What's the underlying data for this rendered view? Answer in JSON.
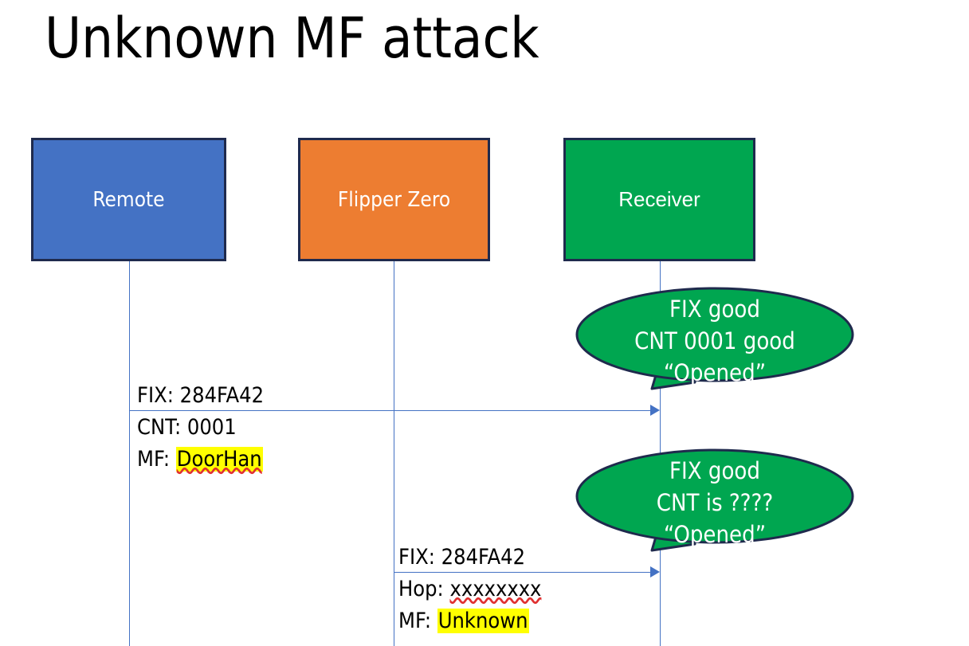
{
  "slide": {
    "title": "Unknown MF attack",
    "background": "#FFFFFF"
  },
  "colors": {
    "remote_fill": "#4472C4",
    "flipper_fill": "#ED7D31",
    "receiver_fill": "#00A650",
    "box_border": "#1F2A4D",
    "line": "#4472C4",
    "highlight": "#FFFF00",
    "spellcheck_underline": "#E03030",
    "label_text": "#FFFFFF",
    "body_text": "#000000"
  },
  "actors": [
    {
      "id": "remote",
      "label": "Remote"
    },
    {
      "id": "flipper",
      "label": "Flipper Zero"
    },
    {
      "id": "receiver",
      "label": "Receiver"
    }
  ],
  "messages": [
    {
      "id": "msg-remote-to-receiver",
      "from": "remote",
      "to": "receiver",
      "lines": [
        {
          "label": "FIX: ",
          "value": "284FA42",
          "highlight": false,
          "spellcheck_error": false
        },
        {
          "label": "CNT: ",
          "value": "0001",
          "highlight": false,
          "spellcheck_error": false
        },
        {
          "label": "MF: ",
          "value": "DoorHan",
          "highlight": true,
          "spellcheck_error": true
        }
      ]
    },
    {
      "id": "msg-flipper-to-receiver",
      "from": "flipper",
      "to": "receiver",
      "lines": [
        {
          "label": "FIX: ",
          "value": "284FA42",
          "highlight": false,
          "spellcheck_error": false
        },
        {
          "label": "Hop: ",
          "value": "xxxxxxxx",
          "highlight": false,
          "spellcheck_error": true
        },
        {
          "label": "MF: ",
          "value": "Unknown",
          "highlight": true,
          "spellcheck_error": false
        }
      ]
    }
  ],
  "callouts": [
    {
      "id": "callout-first",
      "owner": "receiver",
      "lines": [
        "FIX good",
        "CNT 0001 good",
        "“Opened”"
      ]
    },
    {
      "id": "callout-second",
      "owner": "receiver",
      "lines": [
        "FIX good",
        "CNT is ????",
        "“Opened”"
      ]
    }
  ]
}
